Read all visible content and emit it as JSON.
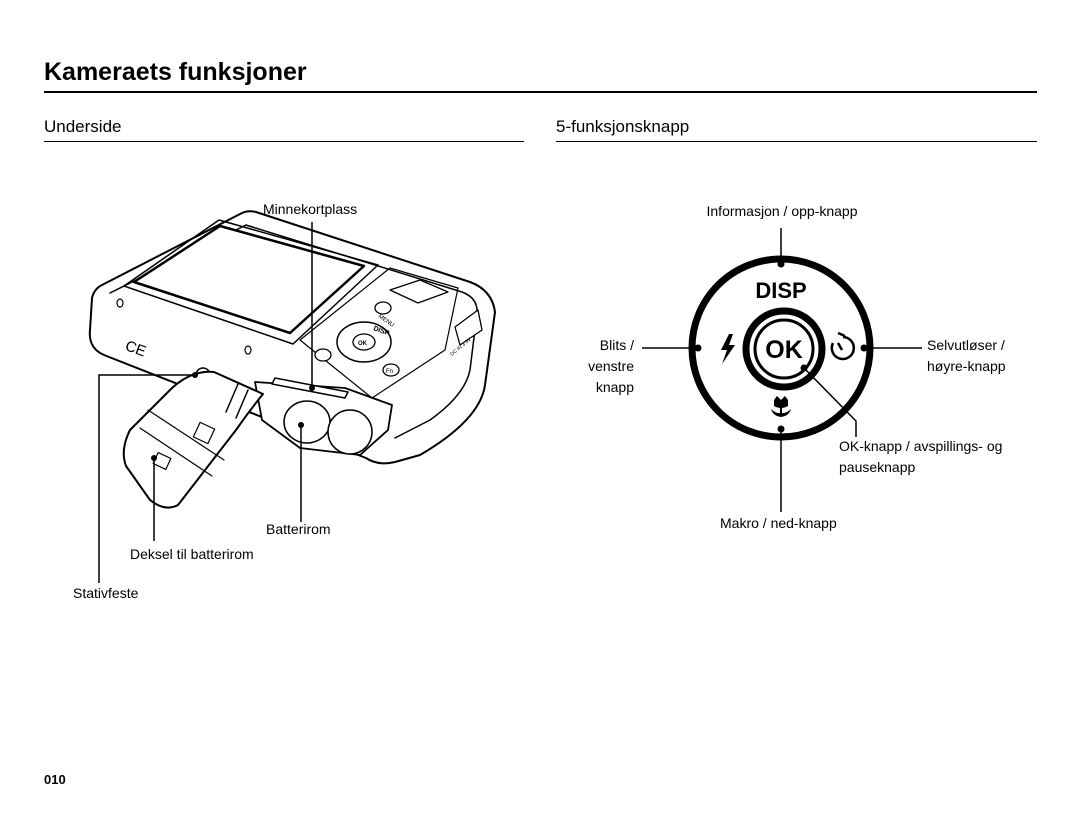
{
  "header": {
    "title": "Kameraets funksjoner"
  },
  "underside": {
    "title": "Underside",
    "labels": {
      "memory_card_slot": "Minnekortplass",
      "battery_chamber": "Batterirom",
      "battery_cover": "Deksel til batterirom",
      "tripod_mount": "Stativfeste"
    }
  },
  "five_way": {
    "title": "5-funksjonsknapp",
    "labels": {
      "up": "Informasjon / opp-knapp",
      "left_line1": "Blits /",
      "left_line2": "venstre",
      "left_line3": "knapp",
      "right_line1": "Selvutløser /",
      "right_line2": "høyre-knapp",
      "ok_line1": "OK-knapp / avspillings- og",
      "ok_line2": "pauseknapp",
      "down": "Makro / ned-knapp"
    },
    "button_text": {
      "disp": "DISP",
      "ok": "OK"
    }
  },
  "camera_markings": {
    "menu": "MENU",
    "disp": "DISP",
    "ok": "OK",
    "fn": "Fn",
    "ce": "CE",
    "dc": "DC IN 3.3V"
  },
  "footer": {
    "page_number": "010"
  }
}
